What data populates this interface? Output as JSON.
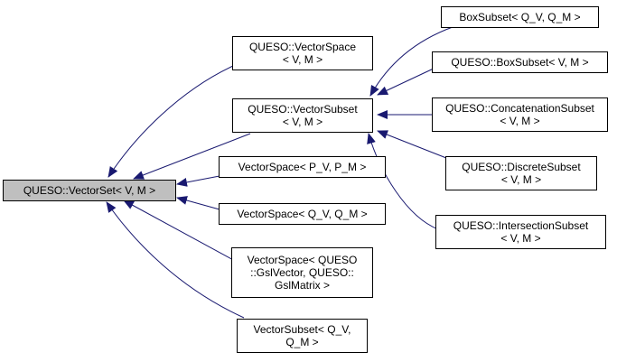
{
  "diagram": {
    "colors": {
      "edge": "#191970",
      "node_border": "#000000",
      "root_fill": "#bfbfbf",
      "node_fill": "#ffffff"
    },
    "nodes": {
      "vectorset": {
        "lines": [
          "QUESO::VectorSet< V, M >"
        ]
      },
      "vectorspace_vm": {
        "lines": [
          "QUESO::VectorSpace",
          "< V, M >"
        ]
      },
      "vectorsubset_vm": {
        "lines": [
          "QUESO::VectorSubset",
          "< V, M >"
        ]
      },
      "vectorspace_pv_pm": {
        "lines": [
          "VectorSpace< P_V, P_M >"
        ]
      },
      "vectorspace_qv_qm": {
        "lines": [
          "VectorSpace< Q_V, Q_M >"
        ]
      },
      "vectorspace_gsl": {
        "lines": [
          "VectorSpace< QUESO",
          "::GslVector, QUESO::",
          "GslMatrix >"
        ]
      },
      "vectorsubset_qv_qm": {
        "lines": [
          "VectorSubset< Q_V,",
          "Q_M >"
        ]
      },
      "boxsubset_qv_qm": {
        "lines": [
          "BoxSubset< Q_V, Q_M >"
        ]
      },
      "boxsubset_vm": {
        "lines": [
          "QUESO::BoxSubset< V, M >"
        ]
      },
      "concatenationsubset": {
        "lines": [
          "QUESO::ConcatenationSubset",
          "< V, M >"
        ]
      },
      "discretesubset": {
        "lines": [
          "QUESO::DiscreteSubset",
          "< V, M >"
        ]
      },
      "intersectionsubset": {
        "lines": [
          "QUESO::IntersectionSubset",
          "< V, M >"
        ]
      }
    }
  }
}
